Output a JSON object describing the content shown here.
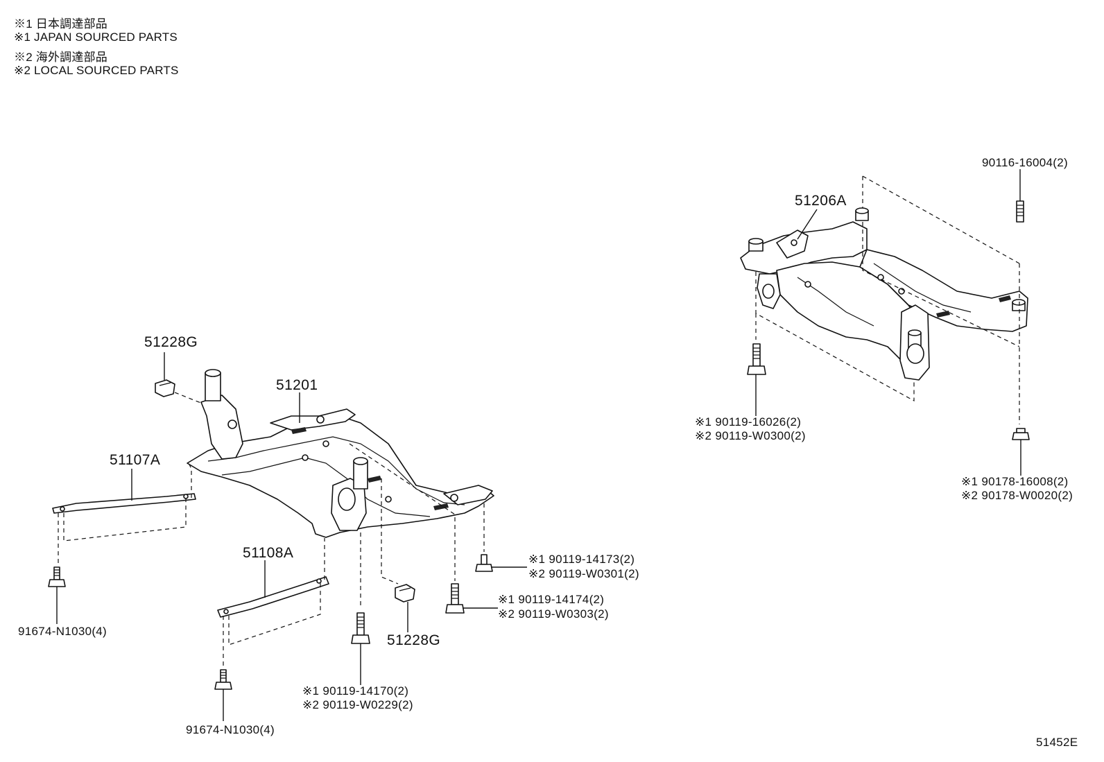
{
  "notes": [
    "※1 日本調達部品",
    "※1 JAPAN SOURCED PARTS",
    "※2 海外調達部品",
    "※2 LOCAL SOURCED PARTS"
  ],
  "parts": {
    "p51228g_top": "51228G",
    "p51201": "51201",
    "p51107a": "51107A",
    "p51108a": "51108A",
    "p51228g_bottom": "51228G",
    "p51206a": "51206A",
    "p91674_left": "91674-N1030(4)",
    "p91674_bottom": "91674-N1030(4)",
    "p14173_1": "※1 90119-14173(2)",
    "p14173_2": "※2 90119-W0301(2)",
    "p14174_1": "※1 90119-14174(2)",
    "p14174_2": "※2 90119-W0303(2)",
    "p14170_1": "※1 90119-14170(2)",
    "p14170_2": "※2 90119-W0229(2)",
    "p16026_1": "※1 90119-16026(2)",
    "p16026_2": "※2 90119-W0300(2)",
    "p16004": "90116-16004(2)",
    "p16008_1": "※1 90178-16008(2)",
    "p16008_2": "※2 90178-W0020(2)"
  },
  "diagram_code": "51452E"
}
